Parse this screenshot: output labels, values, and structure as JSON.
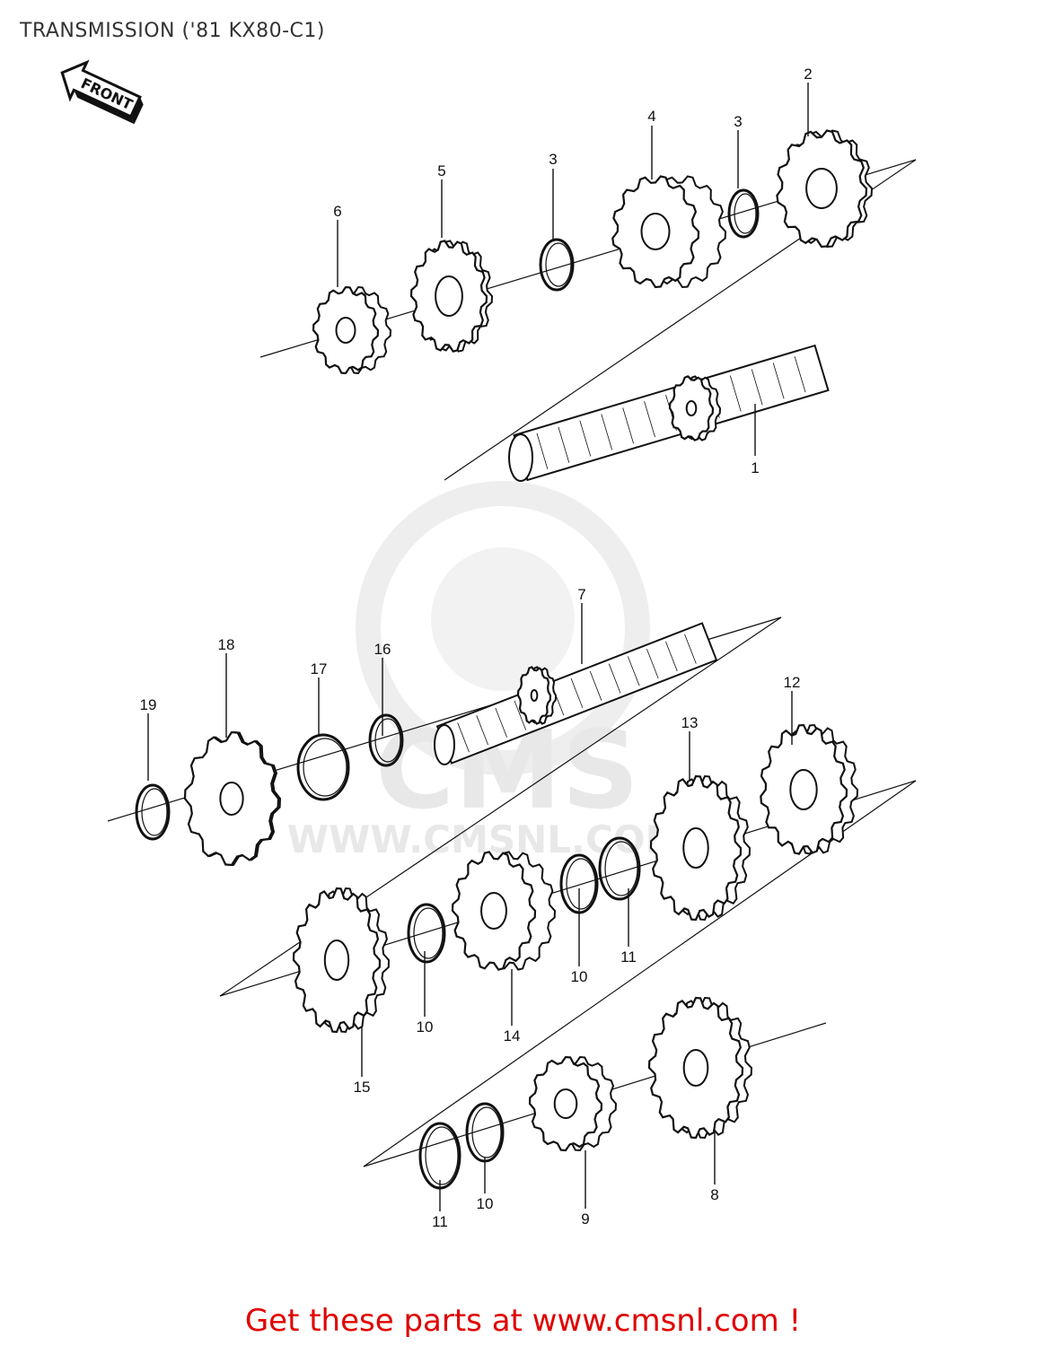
{
  "title": "TRANSMISSION ('81 KX80-C1)",
  "front_arrow_label": "FRONT",
  "watermark": {
    "logo_text": "CMS",
    "url_text": "WWW.CMSNL.COM"
  },
  "footer": {
    "text": "Get these parts at www.cmsnl.com !"
  },
  "colors": {
    "ink": "#111111",
    "title": "#333333",
    "footer": "#e00000",
    "watermark": "#e8e8e8"
  },
  "callouts": [
    {
      "id": "c2",
      "label": "2"
    },
    {
      "id": "c4",
      "label": "4"
    },
    {
      "id": "c3a",
      "label": "3"
    },
    {
      "id": "c3b",
      "label": "3"
    },
    {
      "id": "c5",
      "label": "5"
    },
    {
      "id": "c6",
      "label": "6"
    },
    {
      "id": "c1",
      "label": "1"
    },
    {
      "id": "c7",
      "label": "7"
    },
    {
      "id": "c18",
      "label": "18"
    },
    {
      "id": "c17",
      "label": "17"
    },
    {
      "id": "c16",
      "label": "16"
    },
    {
      "id": "c19",
      "label": "19"
    },
    {
      "id": "c12",
      "label": "12"
    },
    {
      "id": "c13",
      "label": "13"
    },
    {
      "id": "c11a",
      "label": "11"
    },
    {
      "id": "c10a",
      "label": "10"
    },
    {
      "id": "c14",
      "label": "14"
    },
    {
      "id": "c10b",
      "label": "10"
    },
    {
      "id": "c15",
      "label": "15"
    },
    {
      "id": "c8",
      "label": "8"
    },
    {
      "id": "c9",
      "label": "9"
    },
    {
      "id": "c10c",
      "label": "10"
    },
    {
      "id": "c11b",
      "label": "11"
    }
  ]
}
